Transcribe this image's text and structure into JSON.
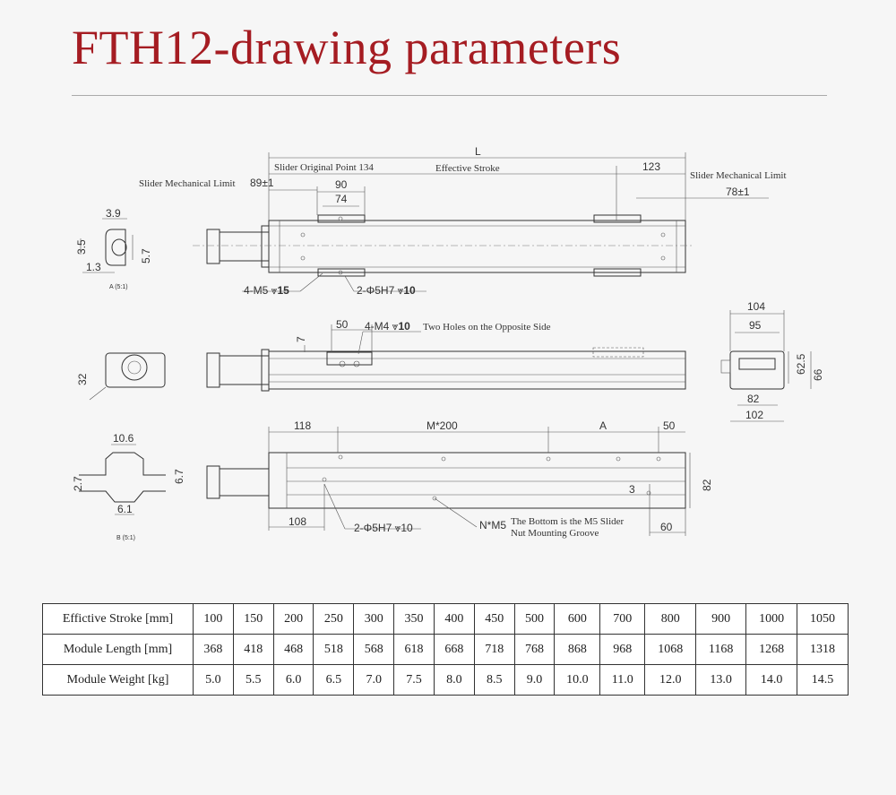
{
  "title": "FTH12-drawing parameters",
  "drawing": {
    "top": {
      "L": "L",
      "slider_original_point": "Slider Original Point 134",
      "effective_stroke": "Effective Stroke",
      "dim_123": "123",
      "slider_mech_limit_left": "Slider Mechanical Limit",
      "dim_89": "89±1",
      "slider_mech_limit_right": "Slider Mechanical Limit",
      "dim_78": "78±1",
      "dim_90": "90",
      "dim_74": "74",
      "holes_m5": "4-M5",
      "holes_m5_depth": "15",
      "holes_pin": "2-Φ5H7",
      "holes_pin_depth": "10"
    },
    "end_view_a": {
      "dim_39": "3.9",
      "dim_35": "3.5",
      "dim_57": "5.7",
      "dim_13": "1.3",
      "caption": "A (5:1)"
    },
    "middle": {
      "dim_7": "7",
      "dim_50": "50",
      "holes_m4": "4-M4",
      "holes_m4_depth": "10",
      "holes_m4_note": "Two Holes on the Opposite Side",
      "dim_32": "32"
    },
    "side_profile": {
      "dim_104": "104",
      "dim_95": "95",
      "dim_625": "62.5",
      "dim_66": "66",
      "dim_82": "82",
      "dim_102": "102"
    },
    "bottom": {
      "dim_118": "118",
      "dim_m200": "M*200",
      "dim_a": "A",
      "dim_50": "50",
      "dim_82": "82",
      "dim_3": "3",
      "dim_108": "108",
      "holes_pin": "2-Φ5H7",
      "holes_pin_depth": "10",
      "nm5": "N*M5",
      "nm5_note_1": "The Bottom is the M5 Slider",
      "nm5_note_2": "Nut Mounting Groove",
      "dim_60": "60"
    },
    "detail_b": {
      "dim_106": "10.6",
      "dim_27": "2.7",
      "dim_67": "6.7",
      "dim_61": "6.1",
      "caption": "B (5:1)"
    }
  },
  "table": {
    "rows": [
      {
        "label": "Effictive Stroke [mm]",
        "values": [
          "100",
          "150",
          "200",
          "250",
          "300",
          "350",
          "400",
          "450",
          "500",
          "600",
          "700",
          "800",
          "900",
          "1000",
          "1050"
        ]
      },
      {
        "label": "Module Length [mm]",
        "values": [
          "368",
          "418",
          "468",
          "518",
          "568",
          "618",
          "668",
          "718",
          "768",
          "868",
          "968",
          "1068",
          "1168",
          "1268",
          "1318"
        ]
      },
      {
        "label": "Module Weight [kg]",
        "values": [
          "5.0",
          "5.5",
          "6.0",
          "6.5",
          "7.0",
          "7.5",
          "8.0",
          "8.5",
          "9.0",
          "10.0",
          "11.0",
          "12.0",
          "13.0",
          "14.0",
          "14.5"
        ]
      }
    ]
  }
}
